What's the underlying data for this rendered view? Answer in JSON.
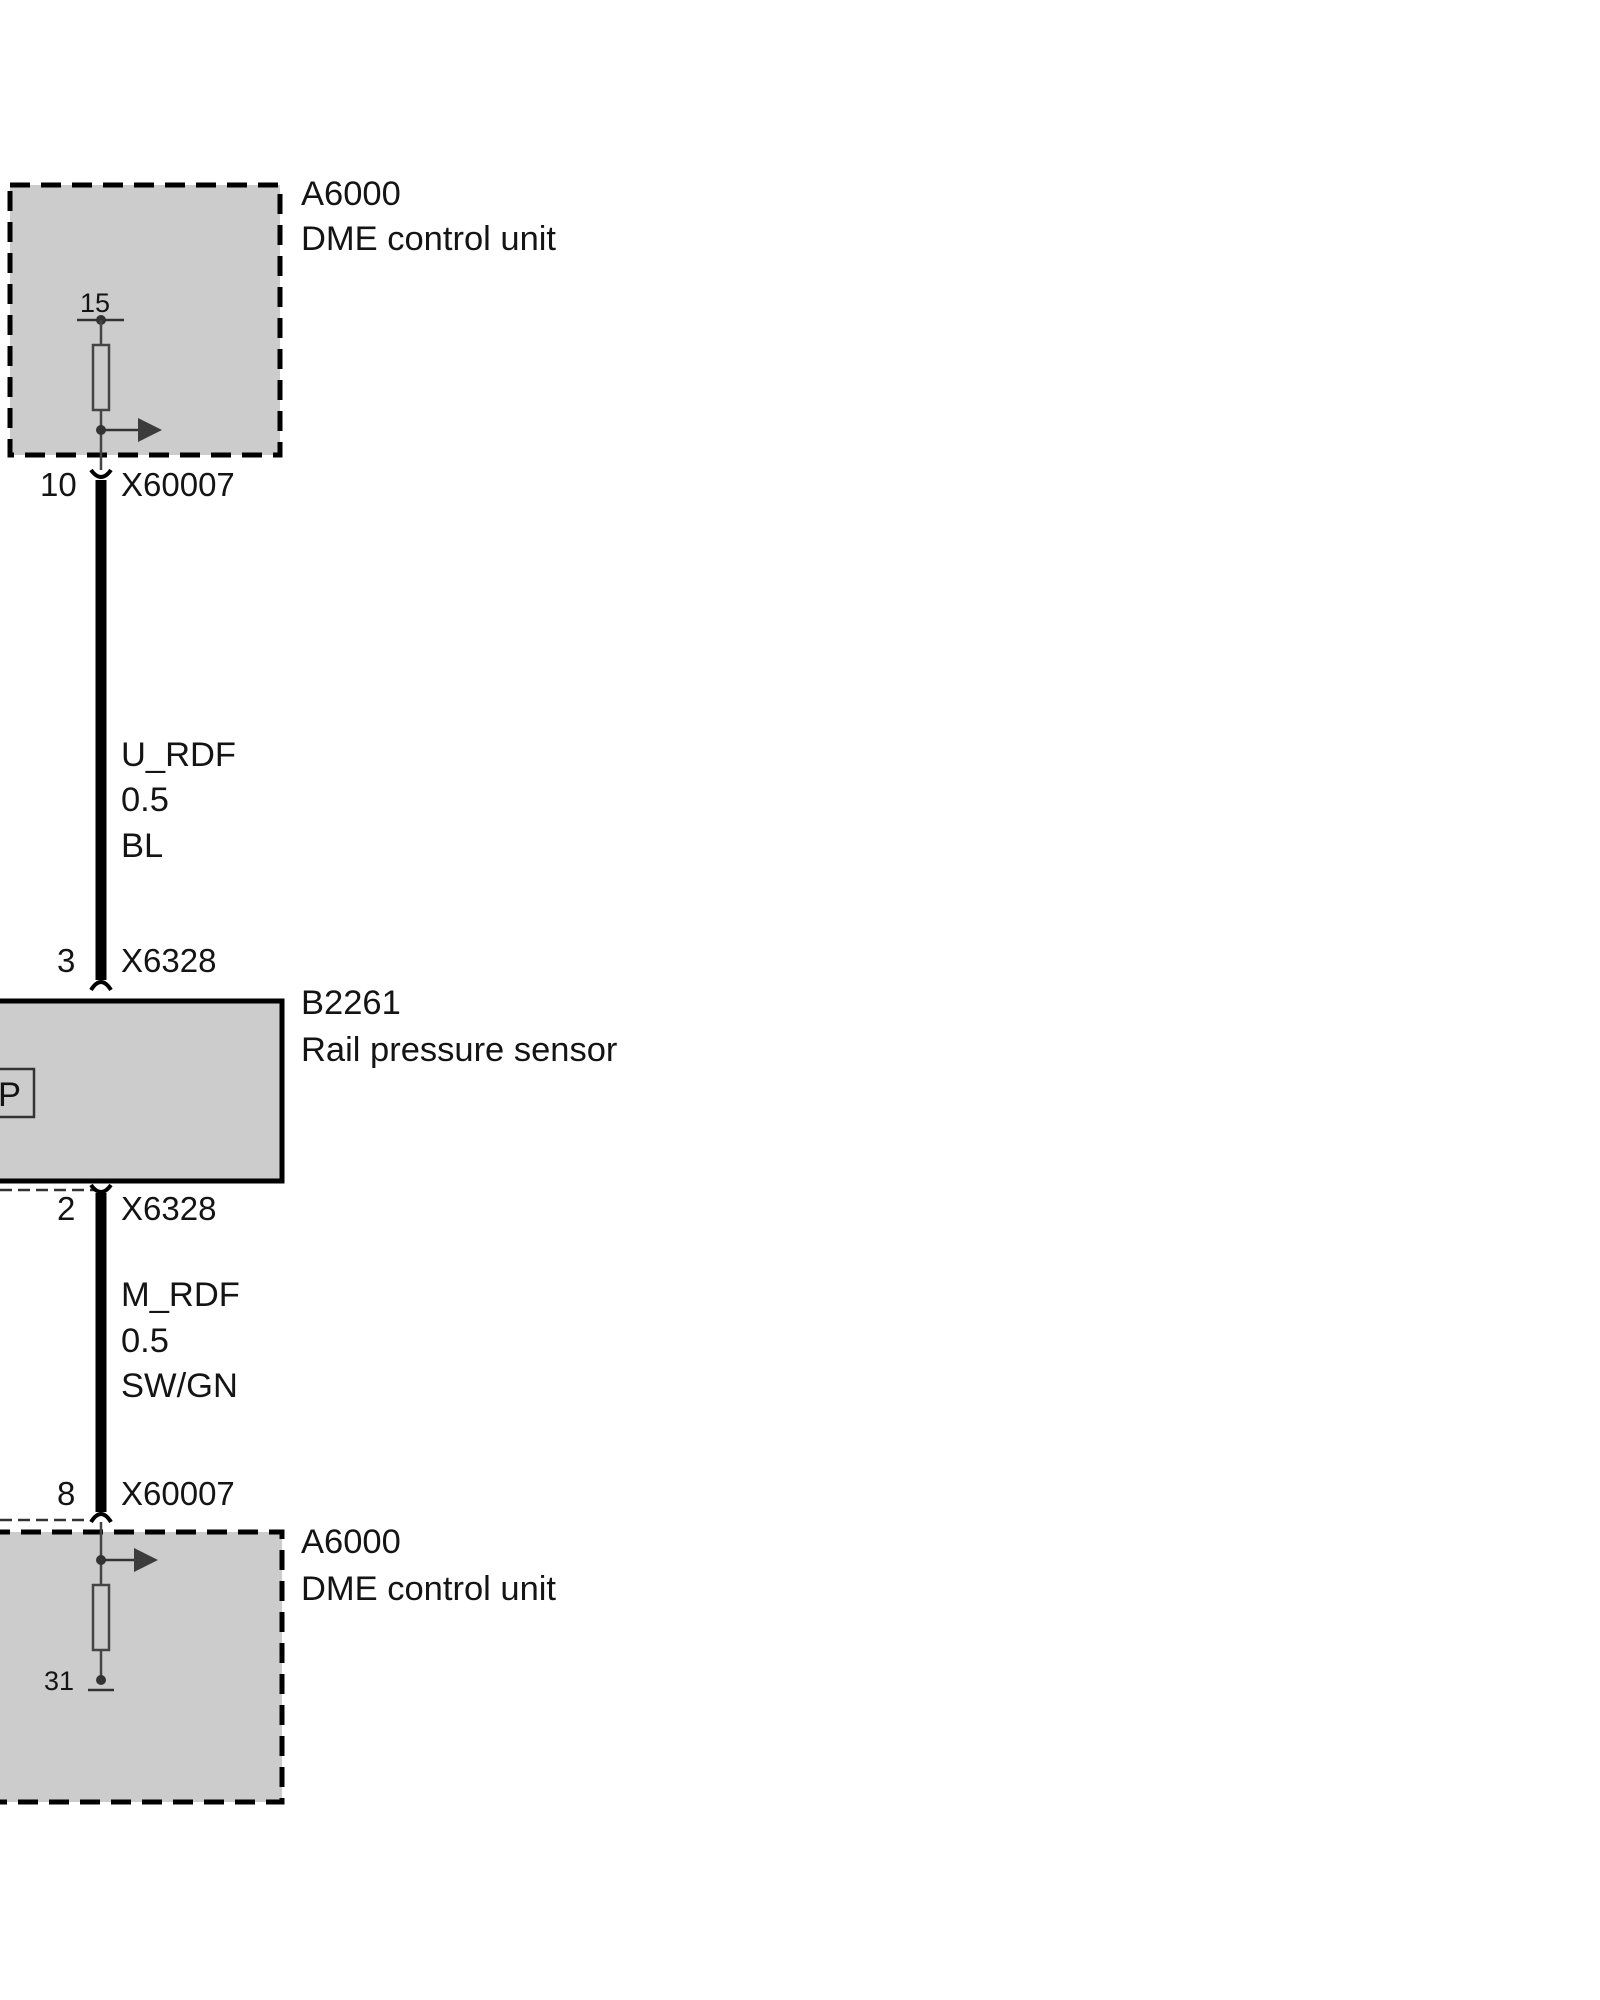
{
  "components": {
    "dme_top": {
      "id": "A6000",
      "name": "DME control unit",
      "terminal": "15"
    },
    "sensor": {
      "id": "B2261",
      "name": "Rail pressure sensor",
      "symbol": "P"
    },
    "dme_bottom": {
      "id": "A6000",
      "name": "DME control unit",
      "terminal": "31"
    }
  },
  "connectors": {
    "top_dme": {
      "pin": "10",
      "name": "X60007"
    },
    "sensor_in": {
      "pin": "3",
      "name": "X6328"
    },
    "sensor_out": {
      "pin": "2",
      "name": "X6328"
    },
    "bottom_dme": {
      "pin": "8",
      "name": "X60007"
    }
  },
  "wires": {
    "signal": {
      "signal": "U_RDF",
      "gauge": "0.5",
      "color": "BL"
    },
    "ground": {
      "signal": "M_RDF",
      "gauge": "0.5",
      "color": "SW/GN"
    }
  },
  "colors": {
    "wire": "#000000",
    "box_fill": "#cccccc",
    "symbol": "#3c3c3c"
  }
}
